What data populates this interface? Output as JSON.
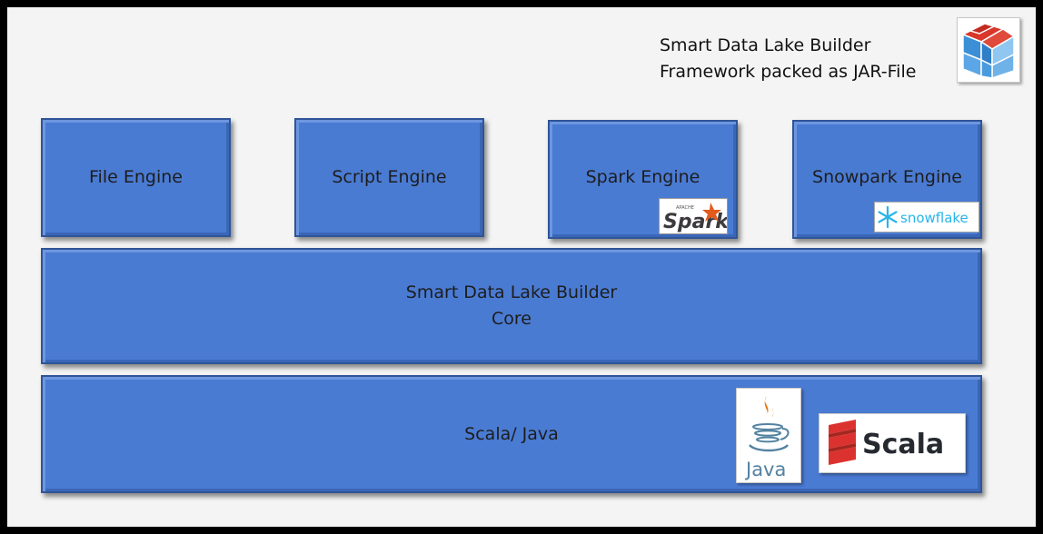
{
  "header": {
    "line1": "Smart Data Lake Builder",
    "line2": "Framework packed as JAR-File",
    "logo_icon": "rubiks-cube-icon"
  },
  "engines": [
    {
      "label": "File Engine"
    },
    {
      "label": "Script Engine"
    },
    {
      "label": "Spark Engine",
      "logo": "Spark",
      "logo_small": "APACHE"
    },
    {
      "label": "Snowpark Engine",
      "logo": "snowflake"
    }
  ],
  "core": {
    "line1": "Smart Data Lake Builder",
    "line2": "Core"
  },
  "runtime": {
    "label": "Scala/ Java",
    "java_logo": "Java",
    "scala_logo": "Scala"
  },
  "colors": {
    "box_fill": "#4a7bd3",
    "box_border": "#2f5597",
    "spark_orange": "#e25a1c",
    "snowflake_blue": "#29b5e8",
    "scala_red": "#dc322f",
    "java_blue": "#5382a1",
    "java_orange": "#e76f00"
  }
}
